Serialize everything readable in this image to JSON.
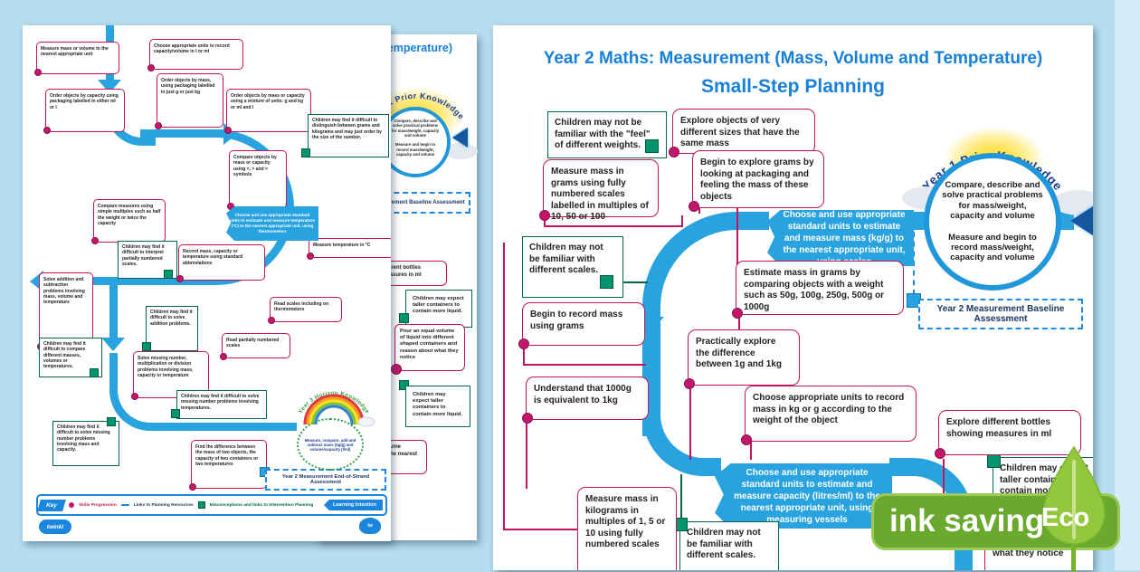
{
  "badge": {
    "ink_saving": "ink saving",
    "eco": "Eco"
  },
  "right_page": {
    "title": "Year 2 Maths: Measurement (Mass, Volume and Temperature)",
    "subtitle": "Small-Step Planning",
    "prior_arc": "Year 1 Prior Knowledge",
    "circle_text_1": "Compare, describe and solve practical problems for mass/weight, capacity and volume",
    "circle_text_2": "Measure and begin to record mass/weight, capacity and volume",
    "assessment": "Year 2 Measurement Baseline Assessment",
    "banners": [
      "Choose and use appropriate standard units to estimate and measure mass (kg/g) to the nearest appropriate unit, using scales",
      "Choose and use appropriate standard units to estimate and measure capacity (litres/ml) to the nearest appropriate unit, using measuring vessels"
    ],
    "steps": [
      "Explore objects of very different sizes that have the same mass",
      "Measure mass in grams using fully numbered scales labelled in multiples of 10, 50 or 100",
      "Begin to explore grams by looking at packaging and feeling the mass of these objects",
      "Estimate mass in grams by comparing objects with a weight such as 50g, 100g, 250g, 500g or 1000g",
      "Begin to record mass using grams",
      "Practically explore the difference between 1g and 1kg",
      "Understand that 1000g is equivalent to 1kg",
      "Choose appropriate units to record mass in kg or g according to the weight of the object",
      "Explore different bottles showing measures in ml",
      "Measure mass in kilograms in multiples of 1, 5 or 10 using fully numbered scales",
      "Pour an equal volume of liquid into different shaped containers and reason about what they notice"
    ],
    "misconceptions": [
      "Children may not be familiar with the \"feel\" of different weights.",
      "Children may not be familiar with different scales.",
      "Children may expect taller containers to contain more liquid.",
      "Children may not be familiar with different scales."
    ]
  },
  "middle_page": {
    "title": "Year 2 Maths: Measurement (Mass, Volume and Temperature)",
    "prior_arc": "Year 1 Prior Knowledge",
    "circle_text_1": "Compare, describe and solve practical problems for mass/weight, capacity and volume",
    "circle_text_2": "Measure and begin to record mass/weight, capacity and volume",
    "assessment": "Year 2 Measurement Baseline Assessment",
    "steps": [
      "Explore different bottles showing measures in ml",
      "Pour an equal volume of liquid into different shaped containers and reason about what they notice",
      "Measure volume rounded to the nearest unit"
    ],
    "misconceptions": [
      "Children may expect taller containers to contain more liquid.",
      "Children may expect taller containers to contain more liquid."
    ]
  },
  "left_page": {
    "steps": [
      "Measure mass or volume to the nearest appropriate unit",
      "Choose appropriate units to record capacity/volume in l or ml",
      "Order objects by capacity using packaging labelled in either ml or l",
      "Order objects by mass, using packaging labelled in just g or just kg",
      "Order objects by mass or capacity using a mixture of units: g and kg or ml and l",
      "Compare objects by mass or capacity using <, > and = symbols",
      "Compare measures using simple multiples such as half the weight or twice the capacity",
      "Record mass, capacity or temperature using standard abbreviations",
      "Measure temperature in °C",
      "Solve addition and subtraction problems involving mass, volume and temperature",
      "Solve missing number, multiplication or division problems involving mass, capacity or temperature",
      "Read scales including on thermometers",
      "Read partially numbered scales",
      "Find the difference between the mass of two objects, the capacity of two containers or two temperatures"
    ],
    "misconceptions": [
      "Children may find it difficult to distinguish between grams and kilograms and may just order by the size of the number.",
      "Children may find it difficult to interpret partially numbered scales.",
      "Children may find it difficult to solve addition problems.",
      "Children may find it difficult to compare different masses, volumes or temperatures.",
      "Children may find it difficult to solve missing number problems involving temperatures.",
      "Children may find it difficult to solve missing number problems involving mass and capacity."
    ],
    "banner": "Choose and use appropriate standard units to estimate and measure temperature (°C) to the nearest appropriate unit, using thermometers",
    "assessment": "Year 2 Measurement End-of-Strand Assessment",
    "horizon_arc": "Year 3 Horizon Knowledge",
    "horizon_text": "Measure, compare, add and subtract mass (kg/g) and volume/capacity (l/ml)",
    "key": {
      "label": "Key",
      "skills": "Skills Progression",
      "links": "Links to Planning Resources",
      "misconceptions": "Misconceptions and links to Intervention Planning",
      "learning": "Learning Intention"
    },
    "logo": "twinkl"
  }
}
